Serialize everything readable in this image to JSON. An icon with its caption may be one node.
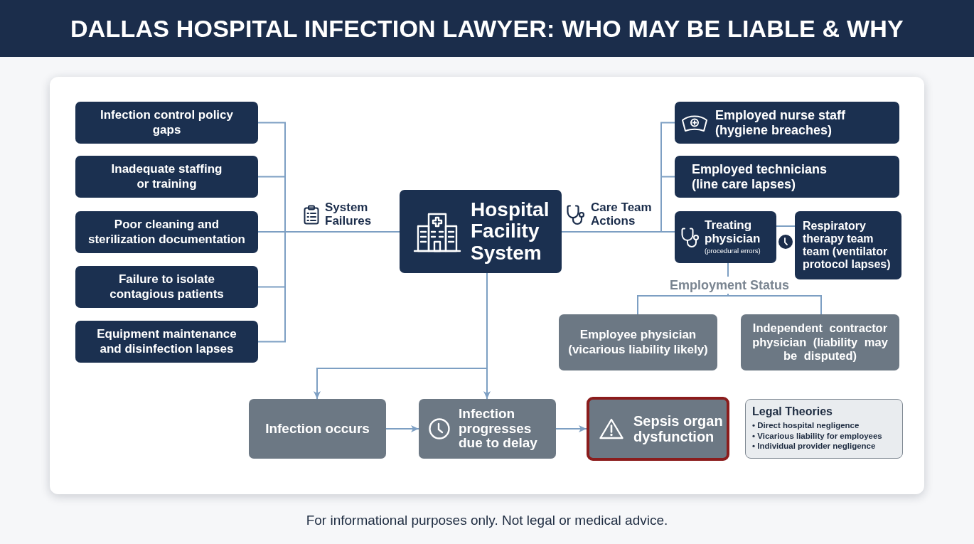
{
  "diagram": {
    "title": "DALLAS HOSPITAL INFECTION LAWYER: WHO MAY BE LIABLE & WHY",
    "nodes": [
      {
        "text": [
          "Infection control policy gaps"
        ]
      },
      {
        "text": [
          "Inadequate staffing or training"
        ]
      },
      {
        "text": [
          "Poor cleaning and sterilization documentation"
        ]
      },
      {
        "text": [
          "Failure to isolate contagious patients"
        ]
      },
      {
        "text": [
          "Equipment maintenance and disinfection lapses"
        ]
      },
      {
        "text": [
          "Hospital Facility System"
        ]
      },
      {
        "text": [
          "Employed nurse staff (hygiene breaches)"
        ]
      },
      {
        "text": [
          "Employed technicians (line care lapses)"
        ]
      },
      {
        "text": [
          "Treating physician",
          "(procedural errors)"
        ]
      },
      {
        "text": [
          "Respiratory therapy team team (ventilator protocol lapses)"
        ]
      },
      {
        "text": [
          "Employment Status"
        ]
      },
      {
        "text": [
          "Employee physician (vicarious liability likely)"
        ]
      },
      {
        "text": [
          "Independent contractor physician (liability may be disputed)"
        ]
      },
      {
        "text": [
          "Infection occurs"
        ]
      },
      {
        "text": [
          "Infection progresses due to delay"
        ]
      },
      {
        "text": [
          "Sepsis organ dysfunction"
        ]
      },
      {
        "text": [
          "Legal Theories",
          "• Direct hospital negligence",
          "• Vicarious liability for employees",
          "• Individual provider negligence"
        ]
      }
    ],
    "edges": [
      {
        "from": 0,
        "to": 5,
        "arrow": "none"
      },
      {
        "from": 1,
        "to": 5,
        "arrow": "none"
      },
      {
        "from": 2,
        "to": 5,
        "arrow": "none",
        "label": "System Failures"
      },
      {
        "from": 3,
        "to": 5,
        "arrow": "none"
      },
      {
        "from": 4,
        "to": 5,
        "arrow": "none"
      },
      {
        "from": 5,
        "to": 6,
        "arrow": "none"
      },
      {
        "from": 5,
        "to": 7,
        "arrow": "none"
      },
      {
        "from": 5,
        "to": 8,
        "arrow": "none",
        "label": "Care Team Actions"
      },
      {
        "from": 8,
        "to": 9,
        "arrow": "none"
      },
      {
        "from": 8,
        "to": 10,
        "arrow": "none"
      },
      {
        "from": 10,
        "to": 11,
        "arrow": "none"
      },
      {
        "from": 10,
        "to": 12,
        "arrow": "none"
      },
      {
        "from": 5,
        "to": 13,
        "arrow": "to"
      },
      {
        "from": 5,
        "to": 14,
        "arrow": "to"
      },
      {
        "from": 13,
        "to": 14,
        "arrow": "to"
      },
      {
        "from": 14,
        "to": 15,
        "arrow": "to"
      }
    ],
    "labels": [
      "For informational purposes only. Not legal or medical advice."
    ]
  }
}
